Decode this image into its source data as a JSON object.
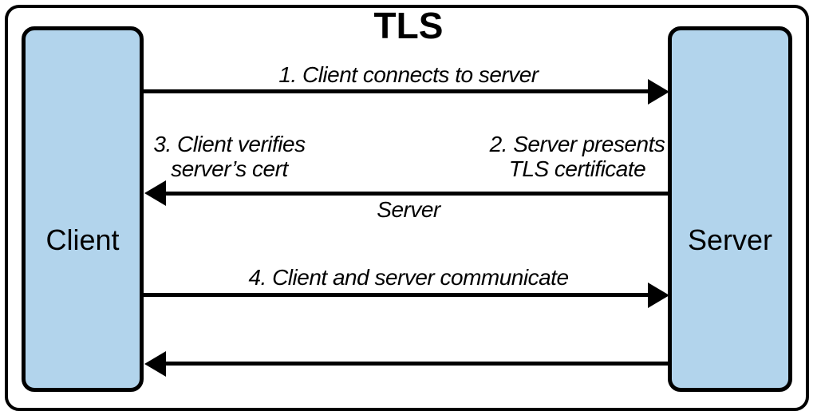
{
  "diagram": {
    "title": "TLS",
    "colors": {
      "node_fill": "#b2d4ec",
      "stroke": "#000000",
      "background": "#ffffff"
    },
    "nodes": {
      "client": {
        "label": "Client"
      },
      "server": {
        "label": "Server"
      }
    },
    "messages": {
      "step1": {
        "label": "1. Client connects to server",
        "direction": "client-to-server"
      },
      "step2": {
        "label_line1": "2. Server presents",
        "label_line2": "TLS certificate",
        "direction": "server-to-client",
        "sublabel": "Server"
      },
      "step3": {
        "label_line1": "3. Client verifies",
        "label_line2": "server’s cert"
      },
      "step4": {
        "label": "4. Client and server communicate",
        "direction": "client-to-server"
      },
      "final_reply": {
        "direction": "server-to-client"
      }
    }
  }
}
